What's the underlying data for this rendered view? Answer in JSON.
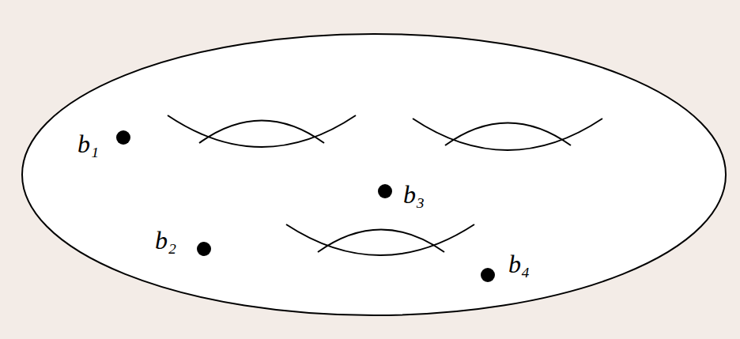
{
  "diagram": {
    "labels": [
      "b₁",
      "b₂",
      "b₃",
      "b₄"
    ]
  }
}
